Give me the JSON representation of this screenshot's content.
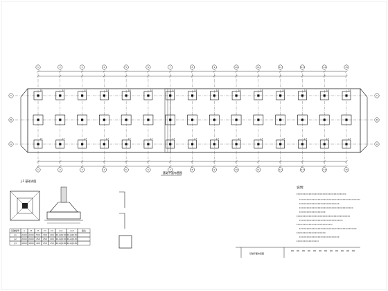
{
  "plan": {
    "title": "基础平面布置图",
    "footing_label": "J-1",
    "axis_numbers": [
      "1",
      "2",
      "3",
      "4",
      "5",
      "6",
      "7",
      "8",
      "9",
      "10",
      "11",
      "12",
      "13",
      "14",
      "15"
    ],
    "axis_letters": [
      "A",
      "B",
      "C"
    ]
  },
  "detail": {
    "title": "J-1 基础详图"
  },
  "table": {
    "headers": [
      "基础编号",
      "A",
      "B",
      "H",
      "h1",
      "h2",
      "As1",
      "As2",
      "备注"
    ],
    "rows": [
      [
        "J-1",
        "2200",
        "2200",
        "500",
        "300",
        "200",
        "Φ12@150",
        "Φ12@150",
        ""
      ],
      [
        "J-2",
        "2000",
        "2000",
        "450",
        "250",
        "200",
        "Φ12@150",
        "Φ12@150",
        ""
      ],
      [
        "J-3",
        "1800",
        "1800",
        "400",
        "250",
        "150",
        "Φ12@180",
        "Φ12@180",
        ""
      ]
    ]
  },
  "notes": {
    "title": "说明："
  },
  "title_block": {
    "label": "基础平面布置图"
  }
}
